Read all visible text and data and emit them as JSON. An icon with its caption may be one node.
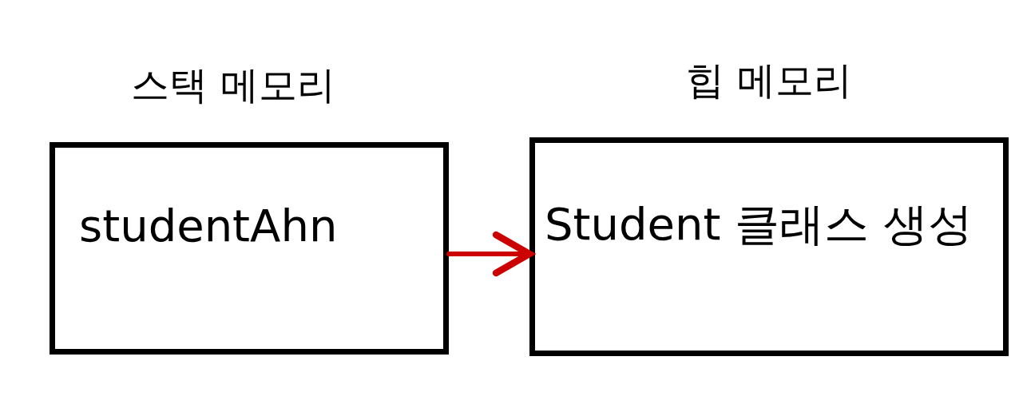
{
  "diagram": {
    "nodes": [
      {
        "text": [
          "스택 메모리",
          "studentAhn"
        ]
      },
      {
        "text": [
          "힙 메모리",
          "Student 클래스 생성"
        ]
      }
    ],
    "edges": [
      {
        "from": 0,
        "to": 1,
        "arrow": "to",
        "color": "#cc0000"
      }
    ]
  }
}
